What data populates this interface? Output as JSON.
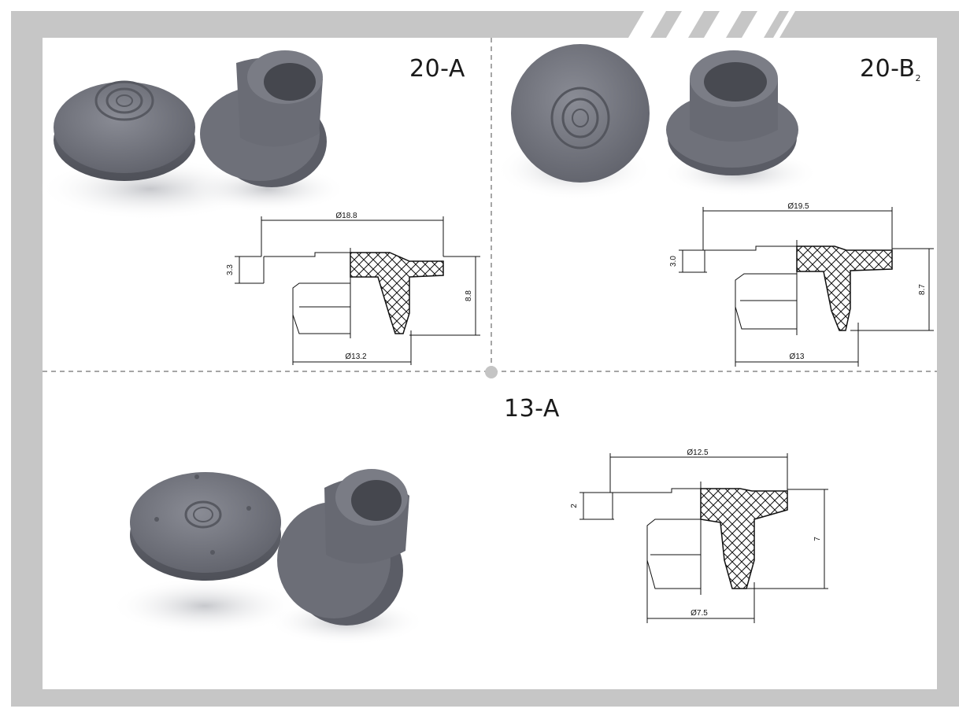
{
  "panels": [
    {
      "id": "20-A",
      "label": "20-A",
      "label_sub": "",
      "dimensions": {
        "outer_diameter": "Ø18.8",
        "flange_thickness": "3.3",
        "total_height": "8.8",
        "plug_diameter": "Ø13.2"
      }
    },
    {
      "id": "20-B2",
      "label": "20-B",
      "label_sub": "2",
      "dimensions": {
        "outer_diameter": "Ø19.5",
        "flange_thickness": "3.0",
        "total_height": "8.7",
        "plug_diameter": "Ø13"
      }
    },
    {
      "id": "13-A",
      "label": "13-A",
      "label_sub": "",
      "dimensions": {
        "outer_diameter": "Ø12.5",
        "flange_thickness": "2",
        "total_height": "7",
        "plug_diameter": "Ø7.5"
      }
    }
  ],
  "colors": {
    "frame": "#c6c6c6",
    "background": "#ffffff",
    "stopper_grey": "#70727c",
    "stopper_dark": "#55575f",
    "stopper_light": "#8a8c95",
    "divider": "#888888"
  },
  "icons": {
    "product_photo": "rubber-stopper-pair-image",
    "drawing": "cross-section-drawing"
  }
}
